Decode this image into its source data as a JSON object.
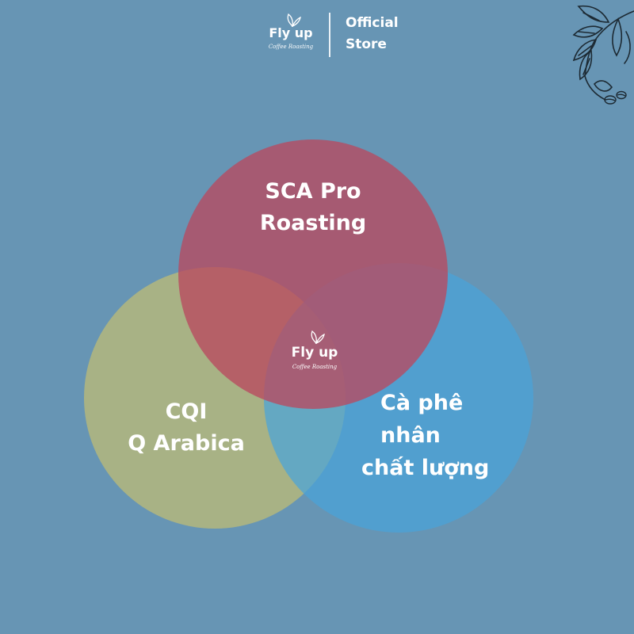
{
  "header": {
    "brand_name": "Fly up",
    "brand_tagline": "Coffee Roasting",
    "store_line1": "Official",
    "store_line2": "Store"
  },
  "venn": {
    "top_label_line1": "SCA Pro",
    "top_label_line2": "Roasting",
    "left_label_line1": "CQI",
    "left_label_line2": "Q Arabica",
    "right_label_line1": "Cà phê",
    "right_label_line2": "nhân",
    "right_label_line3": "chất lượng",
    "center_brand_name": "Fly up",
    "center_brand_tagline": "Coffee Roasting"
  },
  "colors": {
    "background": "#6795b4",
    "circle_top": "#b8495f",
    "circle_left": "#b9b979",
    "circle_right": "#49a3da"
  },
  "icons": [
    "leaf-icon",
    "coffee-branch-icon"
  ]
}
